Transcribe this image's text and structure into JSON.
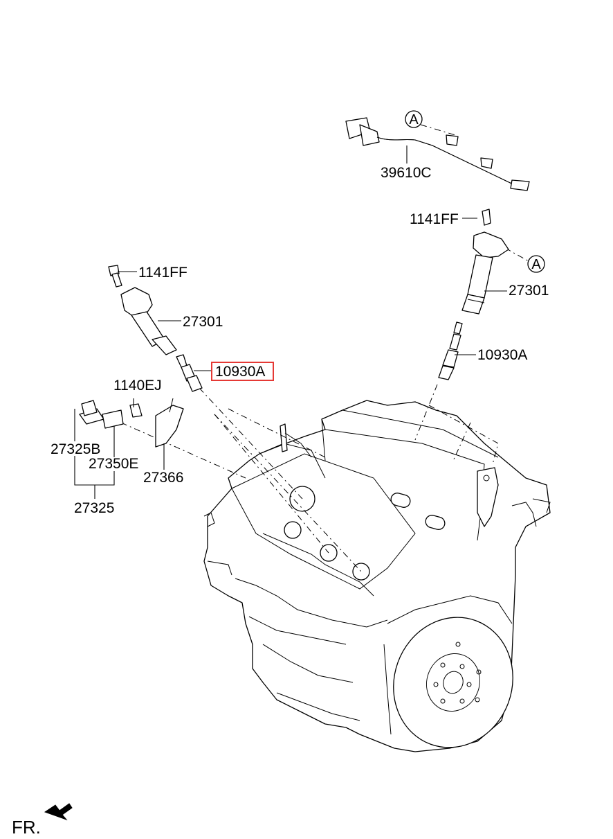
{
  "labels": {
    "harness": "39610C",
    "bolt_right": "1141FF",
    "bolt_left": "1141FF",
    "coil_left": "27301",
    "coil_right": "27301",
    "plug_left": "10930A",
    "plug_right": "10930A",
    "bolt_sensor": "1140EJ",
    "sensor_b": "27325B",
    "sensor_bracket": "27350E",
    "bracket": "27366",
    "sensor_assy": "27325",
    "callout_top": "A",
    "callout_right": "A",
    "front": "FR."
  },
  "highlight": {
    "part": "10930A",
    "color": "#e53935"
  }
}
